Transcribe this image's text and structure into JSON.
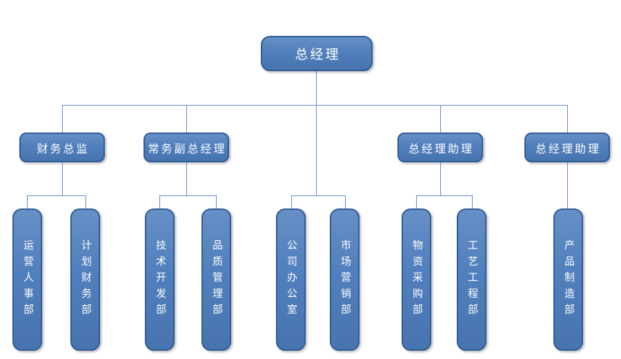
{
  "diagram": {
    "type": "org-chart",
    "root": "总经理",
    "managers": [
      "财务总监",
      "常务副总经理",
      "总经理助理",
      "总经理助理"
    ],
    "departments": [
      "运营人事部",
      "计划财务部",
      "技术开发部",
      "品质管理部",
      "公司办公室",
      "市场营销部",
      "物资采购部",
      "工艺工程部",
      "产品制造部"
    ],
    "hierarchy": [
      {
        "parent": "总经理",
        "children": [
          "财务总监",
          "常务副总经理",
          "公司办公室",
          "市场营销部",
          "总经理助理",
          "总经理助理"
        ]
      },
      {
        "parent": "财务总监",
        "children": [
          "运营人事部",
          "计划财务部"
        ]
      },
      {
        "parent": "常务副总经理",
        "children": [
          "技术开发部",
          "品质管理部"
        ]
      },
      {
        "parent": "总经理助理",
        "children": [
          "物资采购部",
          "工艺工程部"
        ]
      },
      {
        "parent": "总经理助理",
        "children": [
          "产品制造部"
        ]
      }
    ],
    "colors": {
      "node_fill": "#4d7dbc",
      "node_border": "#2f5b97",
      "node_text": "#ffffff",
      "connector": "#5d8bc9",
      "background": "#ffffff"
    }
  }
}
